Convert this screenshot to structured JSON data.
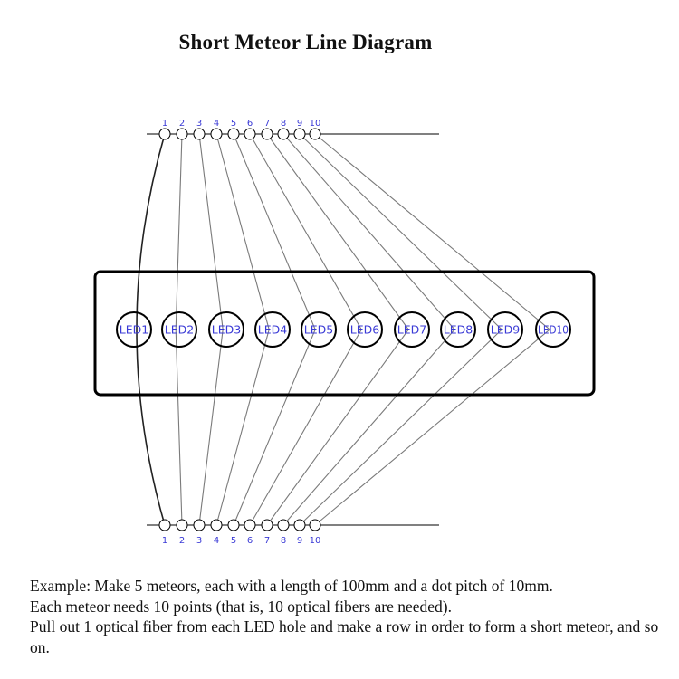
{
  "title": "Short Meteor Line Diagram",
  "top_pins": [
    "1",
    "2",
    "3",
    "4",
    "5",
    "6",
    "7",
    "8",
    "9",
    "10"
  ],
  "bottom_pins": [
    "1",
    "2",
    "3",
    "4",
    "5",
    "6",
    "7",
    "8",
    "9",
    "10"
  ],
  "leds": [
    "LED1",
    "LED2",
    "LED3",
    "LED4",
    "LED5",
    "LED6",
    "LED7",
    "LED8",
    "LED9",
    "LED10"
  ],
  "caption": {
    "line1": "Example: Make 5 meteors, each with a length of 100mm and a dot pitch of 10mm.",
    "line2": "Each meteor needs 10 points (that is, 10 optical fibers are needed).",
    "line3": "Pull out 1 optical fiber from each LED hole and make a row in order to form a short meteor, and so on."
  },
  "colors": {
    "pin_label": "#3a3ad6",
    "led_label": "#3a3ad6",
    "fiber": "#7a7a7a",
    "outline": "#000000"
  }
}
